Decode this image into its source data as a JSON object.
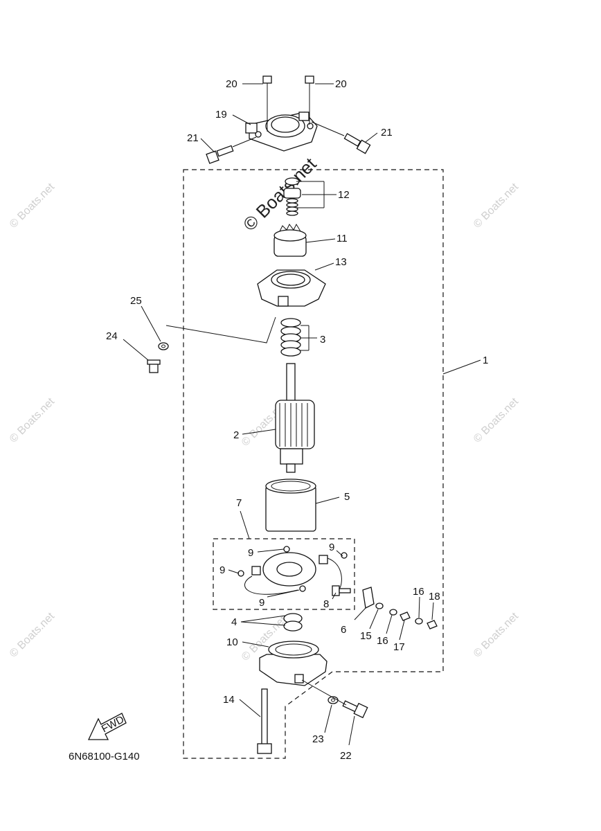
{
  "diagram": {
    "code": "6N68100-G140",
    "fwd_label": "FWD",
    "watermark": "© Boats.net",
    "callouts": {
      "c1": "1",
      "c2": "2",
      "c3": "3",
      "c4": "4",
      "c5": "5",
      "c6": "6",
      "c7": "7",
      "c8": "8",
      "c9a": "9",
      "c9b": "9",
      "c9c": "9",
      "c9d": "9",
      "c10": "10",
      "c11": "11",
      "c12": "12",
      "c13": "13",
      "c14": "14",
      "c15": "15",
      "c16a": "16",
      "c16b": "16",
      "c17": "17",
      "c18": "18",
      "c19": "19",
      "c20a": "20",
      "c20b": "20",
      "c21a": "21",
      "c21b": "21",
      "c22": "22",
      "c23": "23",
      "c24": "24",
      "c25": "25"
    }
  }
}
